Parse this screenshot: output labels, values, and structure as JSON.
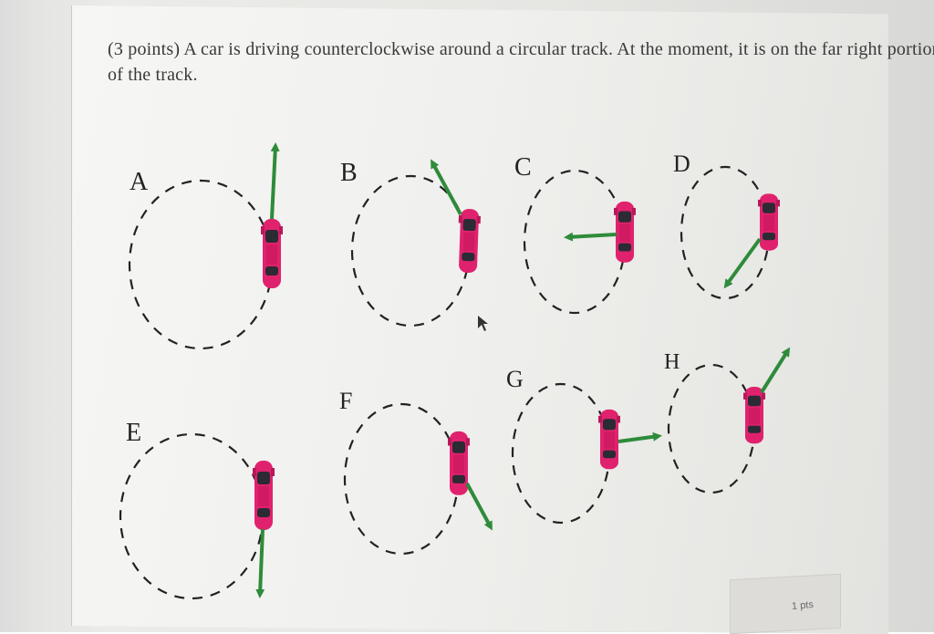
{
  "question": {
    "points": "(3 points)",
    "line1": "(3 points) A car is driving counterclockwise around a circular track. At the moment, it is on the far right portion",
    "line2": "of the track."
  },
  "options": [
    {
      "letter": "A",
      "arrow": "up"
    },
    {
      "letter": "B",
      "arrow": "up-left"
    },
    {
      "letter": "C",
      "arrow": "left"
    },
    {
      "letter": "D",
      "arrow": "down-left"
    },
    {
      "letter": "E",
      "arrow": "down"
    },
    {
      "letter": "F",
      "arrow": "down-right"
    },
    {
      "letter": "G",
      "arrow": "right"
    },
    {
      "letter": "H",
      "arrow": "up-right"
    }
  ],
  "footer": {
    "pts_label": "1 pts"
  },
  "colors": {
    "arrow": "#2e8b3a",
    "car": "#e0226e",
    "car_window": "#2b2b33",
    "track": "#222222"
  }
}
